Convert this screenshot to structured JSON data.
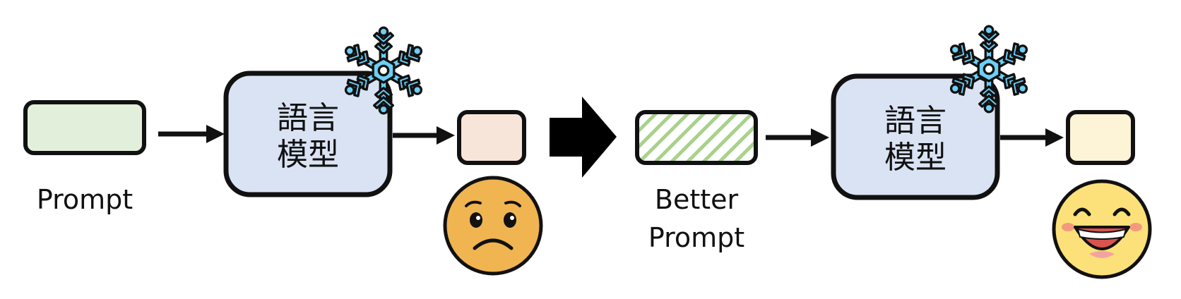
{
  "left_panel": {
    "input_label": "Prompt",
    "model_label_line1": "語言",
    "model_label_line2": "模型"
  },
  "right_panel": {
    "input_label_line1": "Better",
    "input_label_line2": "Prompt",
    "model_label_line1": "語言",
    "model_label_line2": "模型"
  },
  "icons": {
    "frozen": "snowflake-icon",
    "sad": "sad-face-icon",
    "happy": "happy-face-icon",
    "transition": "big-arrow-icon"
  },
  "colors": {
    "prompt_fill": "#e2efda",
    "better_prompt_stripe": "#a9d18e",
    "model_fill": "#dae3f3",
    "output_bad_fill": "#f8e5d9",
    "output_good_fill": "#fdf3d7",
    "snowflake": "#6ccff6",
    "sad_face": "#f0b450",
    "happy_face": "#fce17a"
  }
}
